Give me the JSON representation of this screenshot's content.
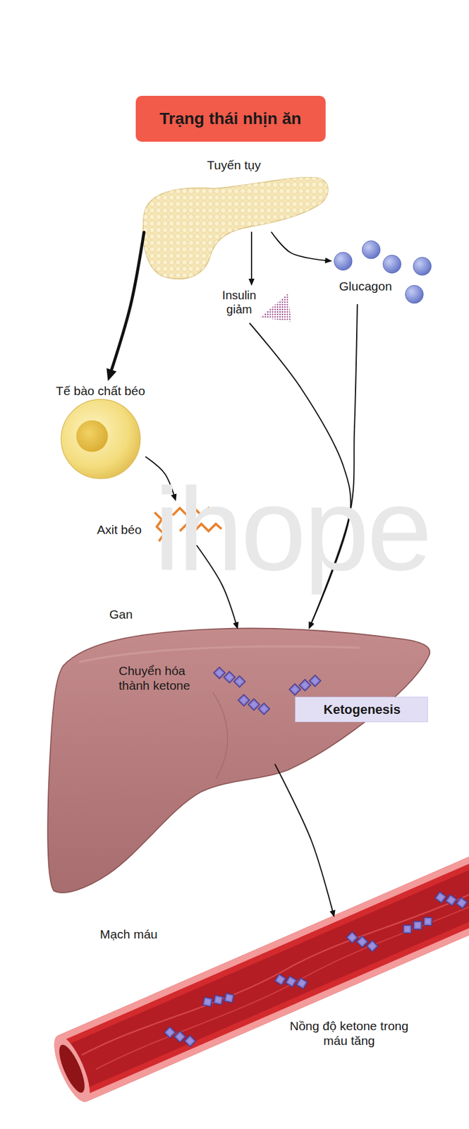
{
  "diagram": {
    "title": "Trạng thái nhịn ăn",
    "nodes": [
      {
        "text": [
          "Tuyến tụy"
        ]
      },
      {
        "text": [
          "Insulin giảm"
        ]
      },
      {
        "text": [
          "Glucagon"
        ]
      },
      {
        "text": [
          "Tế bào chất béo"
        ]
      },
      {
        "text": [
          "Axit béo"
        ]
      },
      {
        "text": [
          "Gan",
          "Chuyển hóa thành ketone"
        ]
      },
      {
        "text": [
          "Ketogenesis"
        ],
        "in": 5
      },
      {
        "text": [
          "Mạch máu",
          "Nồng độ ketone trong máu tăng"
        ]
      }
    ],
    "edges": [
      {
        "from": 0,
        "to": 3,
        "arrow": "to"
      },
      {
        "from": 0,
        "to": 1,
        "arrow": "to"
      },
      {
        "from": 0,
        "to": 2,
        "arrow": "to"
      },
      {
        "from": 3,
        "to": 4,
        "arrow": "to"
      },
      {
        "from": 4,
        "to": 5,
        "arrow": "to"
      },
      {
        "from": 1,
        "to": 5,
        "arrow": "to"
      },
      {
        "from": 2,
        "to": 5,
        "arrow": "to"
      },
      {
        "from": 5,
        "to": 7,
        "arrow": "to"
      }
    ],
    "labels": [
      "ihope"
    ]
  }
}
